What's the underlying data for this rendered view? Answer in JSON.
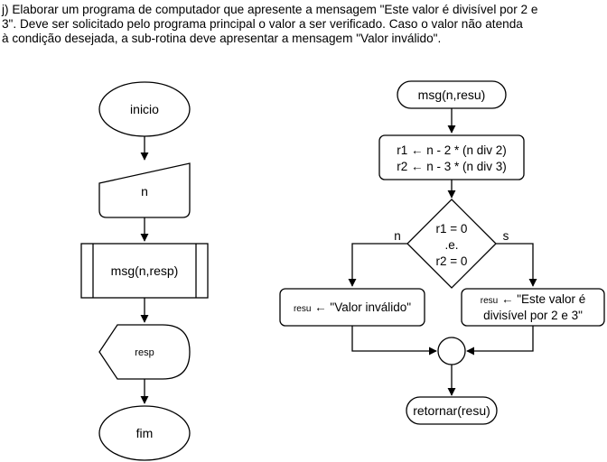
{
  "problem": {
    "lines": [
      "j) Elaborar um programa de computador que apresente a mensagem \"Este valor é divisível por 2 e",
      "3\". Deve ser solicitado pelo programa principal o valor a ser verificado. Caso o valor não atenda",
      "à condição desejada, a sub-rotina deve apresentar a mensagem \"Valor inválido\"."
    ]
  },
  "main_flow": {
    "start": "inicio",
    "input": "n",
    "call": "msg(n,resp)",
    "display": "resp",
    "end": "fim"
  },
  "subroutine": {
    "header": "msg(n,resu)",
    "process_line1": "r1 ← n - 2 * (n div 2)",
    "process_line2": "r2 ← n - 3 * (n div 3)",
    "decision_line1": "r1 = 0",
    "decision_line2": ".e.",
    "decision_line3": "r2 = 0",
    "branch_no": "n",
    "branch_yes": "s",
    "no_box_var": "resu",
    "no_box_text": " ← \"Valor inválido\"",
    "yes_box_var": "resu",
    "yes_box_text1": " ← \"Este valor é",
    "yes_box_text2": "divisível por 2 e 3\"",
    "return": "retornar(resu)"
  },
  "colors": {
    "stroke": "#000000",
    "fill": "#ffffff"
  }
}
